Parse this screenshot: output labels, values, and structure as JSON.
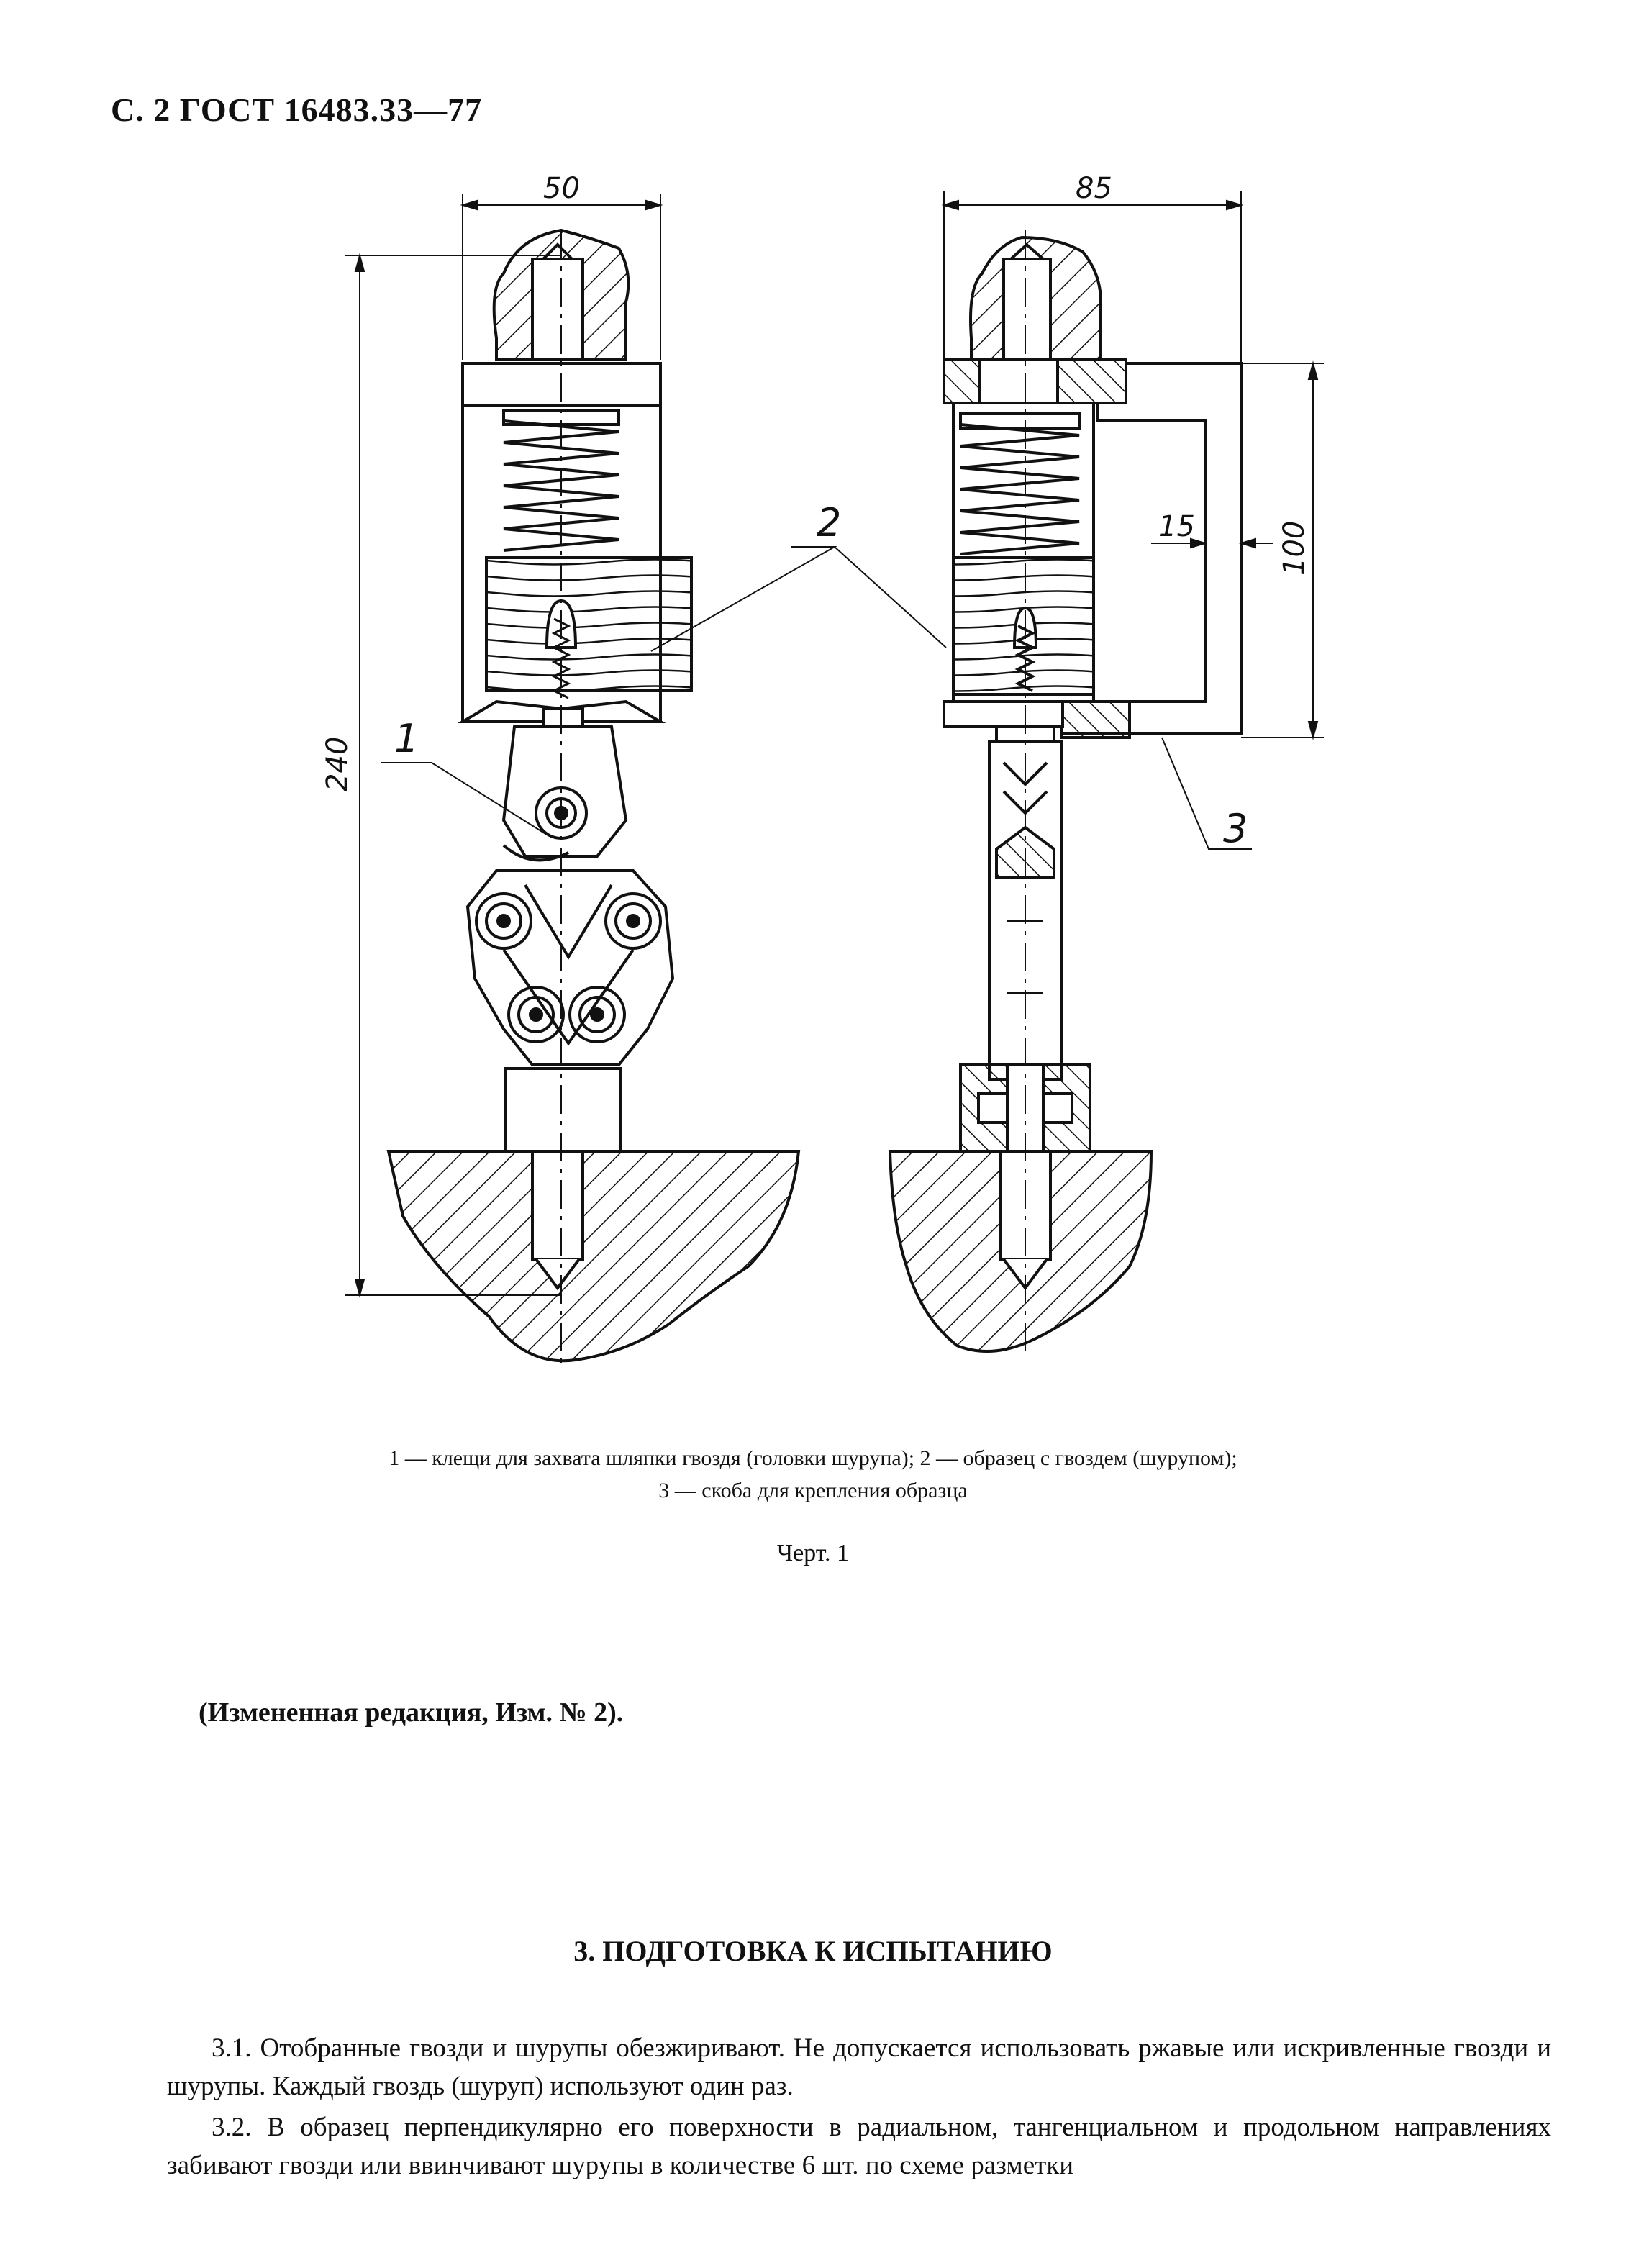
{
  "header": {
    "text": "С. 2 ГОСТ 16483.33—77"
  },
  "figure": {
    "dimensions": {
      "width_left": "50",
      "width_right": "85",
      "height_total": "240",
      "height_clamp": "100",
      "gap": "15"
    },
    "callouts": {
      "c1": "1",
      "c2": "2",
      "c3": "3"
    },
    "legend_line1": "1 — клещи для захвата шляпки гвоздя (головки шурупа); 2 — образец с гвоздем (шурупом);",
    "legend_line2": "3 — скоба для крепления образца",
    "label": "Черт. 1"
  },
  "edition_note": "(Измененная редакция, Изм. № 2).",
  "section": {
    "title": "3. ПОДГОТОВКА К ИСПЫТАНИЮ",
    "paragraphs": [
      "3.1. Отобранные гвозди и шурупы обезжиривают. Не допускается использовать ржавые или искривленные гвозди и шурупы. Каждый гвоздь (шуруп) используют один раз.",
      "3.2. В образец перпендикулярно его поверхности в радиальном, тангенциальном и продольном направлениях забивают гвозди или ввинчивают шурупы в количестве 6 шт. по схеме разметки"
    ]
  }
}
